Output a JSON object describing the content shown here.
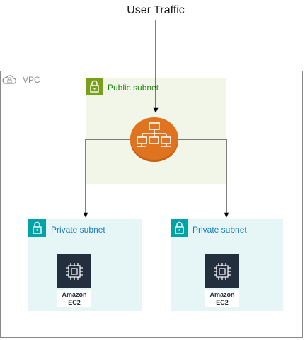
{
  "top_label": "User Traffic",
  "vpc": {
    "label": "VPC"
  },
  "public_subnet": {
    "label": "Public subnet"
  },
  "private_subnets": [
    {
      "label": "Private subnet",
      "instance_label_line1": "Amazon",
      "instance_label_line2": "EC2"
    },
    {
      "label": "Private subnet",
      "instance_label_line1": "Amazon",
      "instance_label_line2": "EC2"
    }
  ],
  "icons": {
    "vpc": "cloud-lock-icon",
    "subnet": "padlock-icon",
    "load_balancer": "elastic-load-balancer-icon",
    "instance": "ec2-chip-icon"
  },
  "colors": {
    "public_subnet_accent": "#7aa116",
    "private_subnet_accent": "#00a4a6",
    "load_balancer": "#e0731f",
    "ec2_bg": "#232f3e"
  }
}
